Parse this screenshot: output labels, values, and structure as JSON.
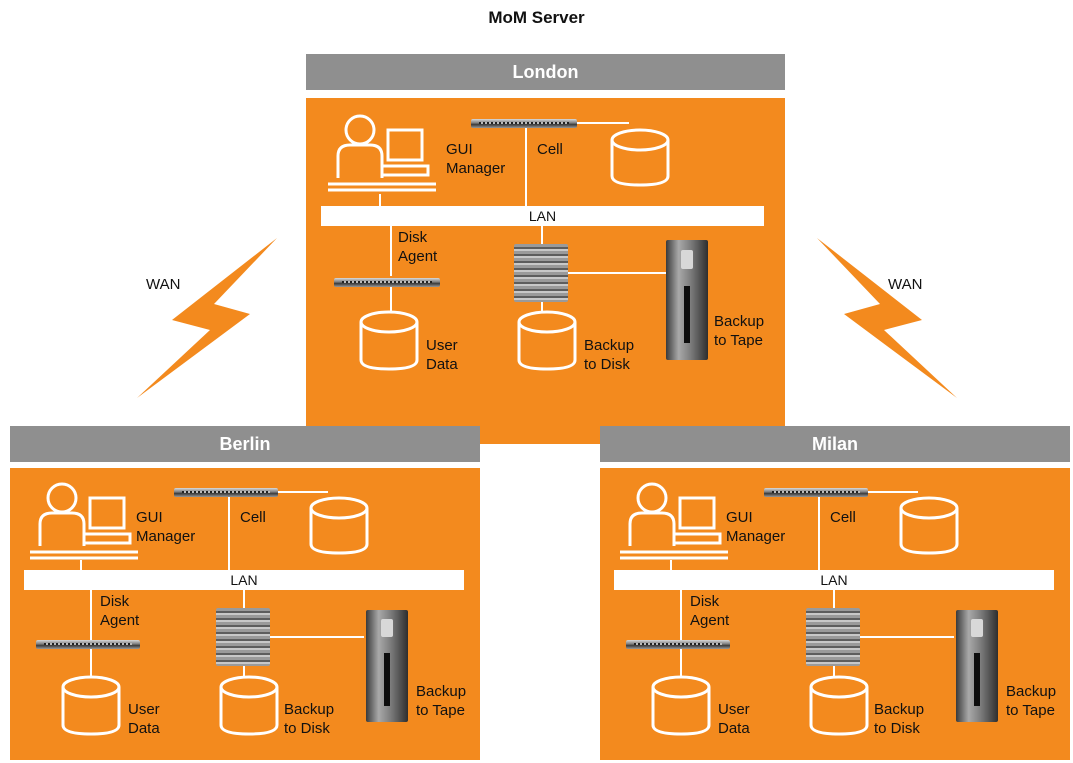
{
  "title": "MoM Server",
  "colors": {
    "site_fill": "#f38a1e",
    "header_fill": "#8f8f8f",
    "lan_fill": "#ffffff",
    "bolt": "#f38a1e"
  },
  "wan_links": [
    {
      "label": "WAN"
    },
    {
      "label": "WAN"
    }
  ],
  "sites": [
    {
      "name": "London",
      "labels": {
        "gui": "GUI\nManager",
        "cell": "Cell",
        "lan": "LAN",
        "disk_agent": "Disk\nAgent",
        "user_data": "User\nData",
        "backup_disk": "Backup\nto Disk",
        "backup_tape": "Backup\nto Tape"
      }
    },
    {
      "name": "Berlin",
      "labels": {
        "gui": "GUI\nManager",
        "cell": "Cell",
        "lan": "LAN",
        "disk_agent": "Disk\nAgent",
        "user_data": "User\nData",
        "backup_disk": "Backup\nto Disk",
        "backup_tape": "Backup\nto Tape"
      }
    },
    {
      "name": "Milan",
      "labels": {
        "gui": "GUI\nManager",
        "cell": "Cell",
        "lan": "LAN",
        "disk_agent": "Disk\nAgent",
        "user_data": "User\nData",
        "backup_disk": "Backup\nto Disk",
        "backup_tape": "Backup\nto Tape"
      }
    }
  ]
}
